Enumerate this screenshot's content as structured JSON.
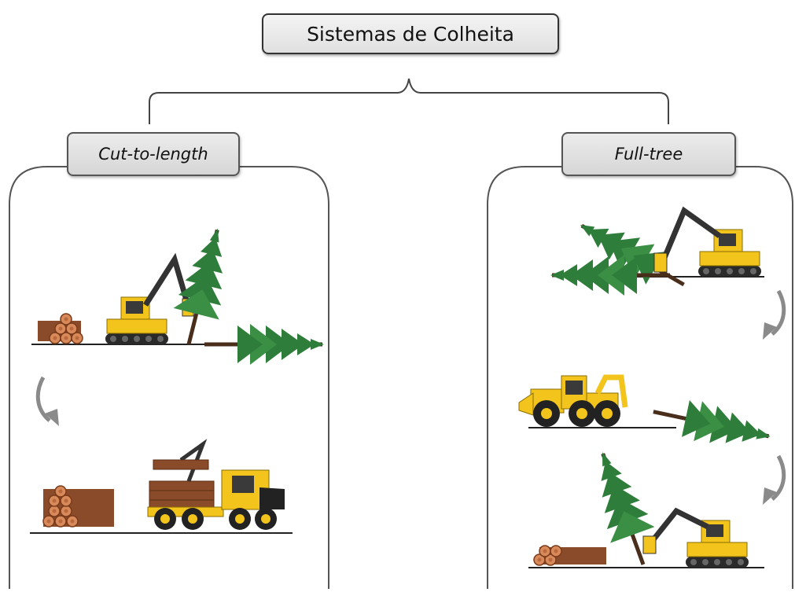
{
  "diagram": {
    "title": "Sistemas de Colheita",
    "branches": [
      {
        "label": "Cut-to-length",
        "steps": [
          "harvester-felling-and-processing",
          "forwarder-extracting-logs"
        ]
      },
      {
        "label": "Full-tree",
        "steps": [
          "feller-buncher-felling",
          "skidder-dragging-whole-trees",
          "processor-at-landing"
        ]
      }
    ]
  },
  "colors": {
    "machine_yellow": "#f2c41c",
    "machine_dark": "#2a2a2a",
    "tree_green": "#2f7d3a",
    "log_brown": "#8a4b2a",
    "log_end": "#d98a5b",
    "panel_border": "#555555",
    "arrow_gray": "#8a8a8a"
  }
}
